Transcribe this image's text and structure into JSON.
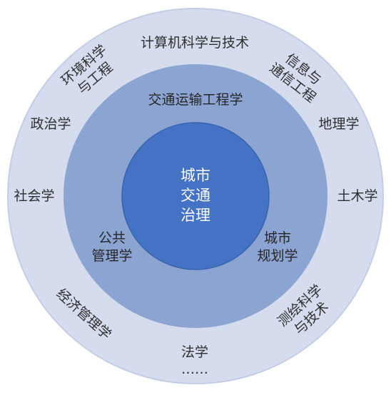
{
  "colors": {
    "outer_ring": "#d5dcee",
    "outer_stroke": "#c3cde6",
    "middle_ring": "#8ca4d2",
    "core": "#4472c4",
    "core_stroke": "#3a64b0",
    "outer_text": "#2f2f2f",
    "core_text": "#ffffff"
  },
  "core": {
    "lines": [
      "城市",
      "交通",
      "治理"
    ]
  },
  "middle_ring": {
    "top": "交通运输工程学",
    "left": [
      "公共",
      "管理学"
    ],
    "right": [
      "城市",
      "规划学"
    ]
  },
  "outer_ring": {
    "computer_science": "计算机科学与技术",
    "environment": [
      "环境科学",
      "与工程"
    ],
    "information": [
      "信息与",
      "通信工程"
    ],
    "politics": "政治学",
    "geography": "地理学",
    "sociology": "社会学",
    "civil_engineering": "土木学",
    "economics": "经济管理学",
    "surveying": [
      "测绘科学",
      "与技术"
    ],
    "law": "法学",
    "ellipsis": "……"
  }
}
